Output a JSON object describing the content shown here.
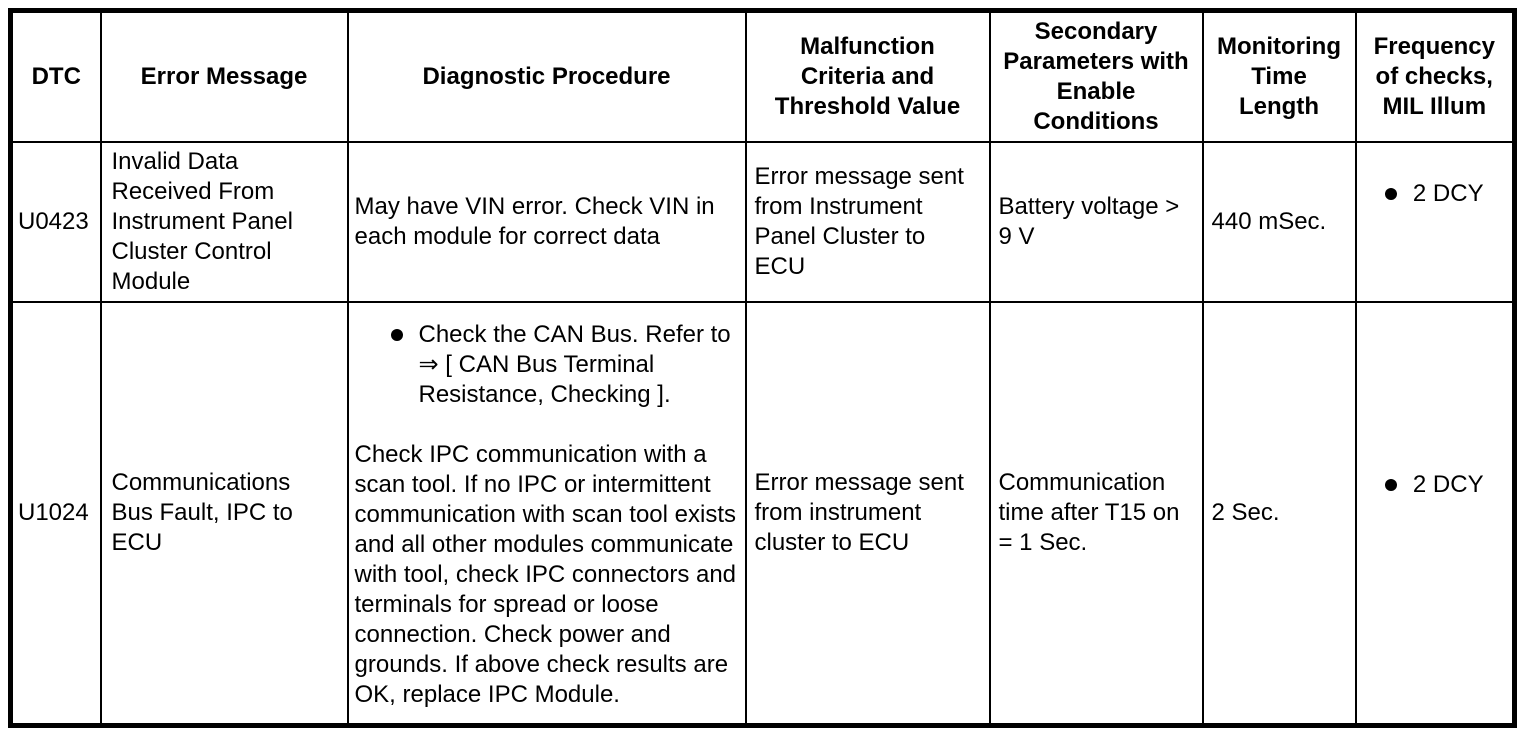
{
  "colors": {
    "border": "#000000",
    "background": "#ffffff",
    "text": "#000000"
  },
  "table": {
    "headers": [
      "DTC",
      "Error Message",
      "Diagnostic Procedure",
      "Malfunction\nCriteria and\nThreshold Value",
      "Secondary\nParameters with\nEnable\nConditions",
      "Monitoring\nTime\nLength",
      "Frequency\nof checks,\nMIL Illum"
    ],
    "rows": [
      {
        "dtc": "U0423",
        "error_message": "Invalid Data Received From Instrument Panel Cluster Control Module",
        "diagnostic_paragraph": "May have VIN error. Check VIN in each module for correct data",
        "malfunction_criteria": "Error message sent from Instrument Panel Cluster to ECU",
        "secondary_parameters": "Battery voltage > 9 V",
        "monitoring_time": "440 mSec.",
        "frequency": "2 DCY"
      },
      {
        "dtc": "U1024",
        "error_message": "Communications Bus Fault, IPC to ECU",
        "diagnostic_bullet": "Check the CAN Bus. Refer to ⇒ [ CAN Bus Terminal Resistance, Checking ].",
        "diagnostic_paragraph": "Check IPC communication with a scan tool. If no IPC or intermittent communication with scan tool exists and all other modules communicate with tool, check IPC connectors and terminals for spread or loose connection. Check power and grounds. If above check results are OK, replace IPC Module.",
        "malfunction_criteria": "Error message sent from instrument cluster to ECU",
        "secondary_parameters": "Communication time after T15 on = 1 Sec.",
        "monitoring_time": "2 Sec.",
        "frequency": "2 DCY"
      }
    ]
  }
}
